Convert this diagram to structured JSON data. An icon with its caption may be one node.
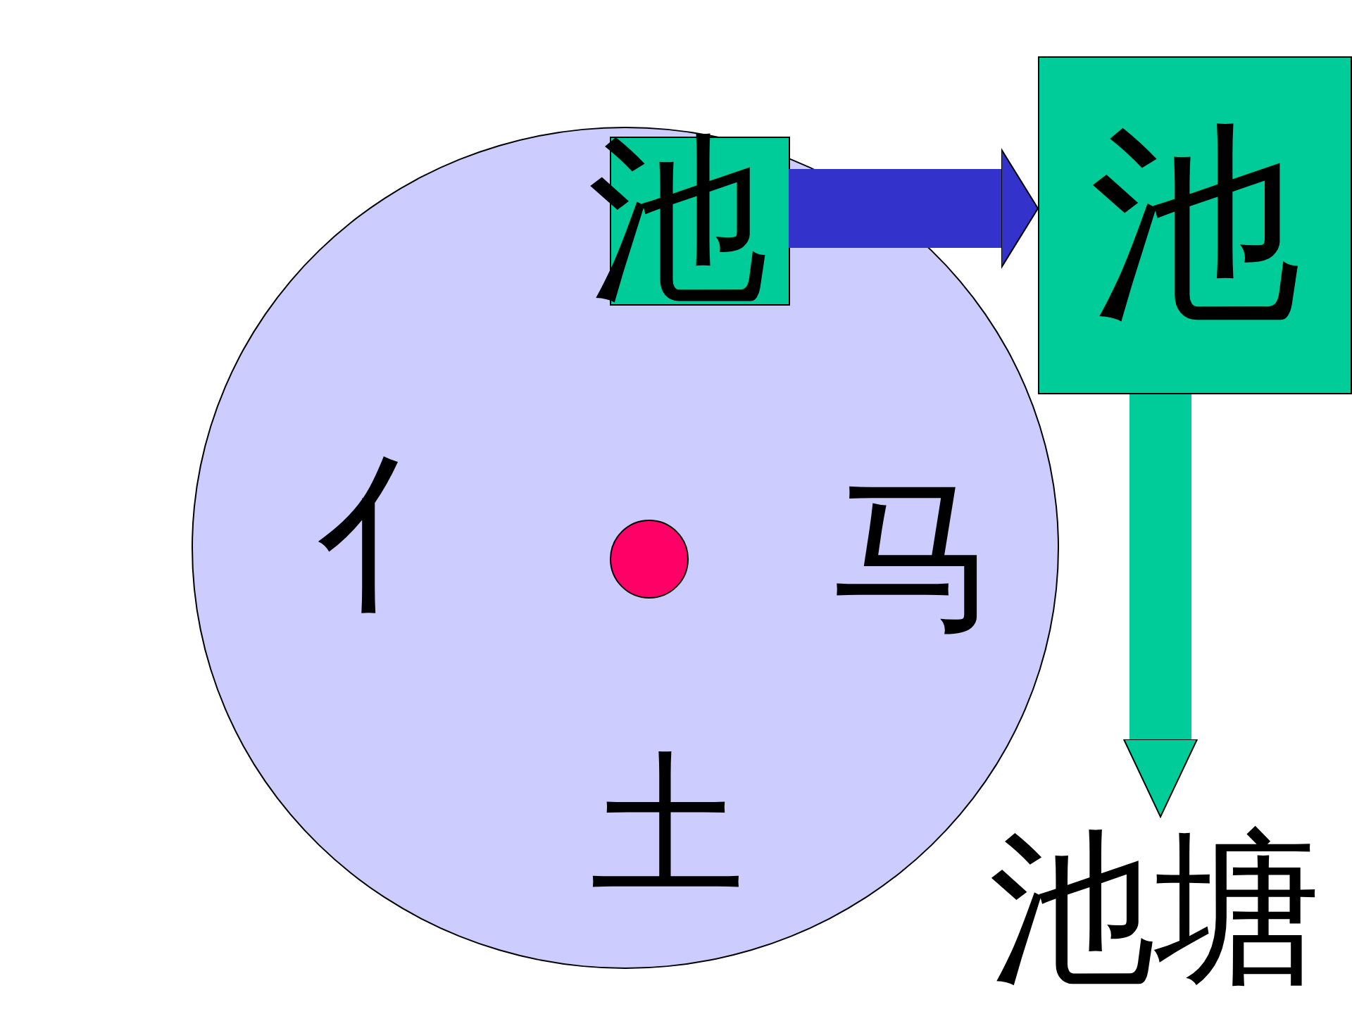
{
  "diagram": {
    "nodes": [
      {
        "text": [],
        "shape": "circle"
      },
      {
        "text": [
          "池"
        ],
        "in": 0
      },
      {
        "text": [],
        "shape": "circle",
        "in": 0
      },
      {
        "text": [
          "池"
        ]
      },
      {
        "text": [
          "池塘"
        ]
      }
    ],
    "edges": [
      {
        "from": 1,
        "to": 3,
        "arrow": "to",
        "color": "#3333cc"
      },
      {
        "from": 3,
        "to": 4,
        "arrow": "to",
        "color": "#00cc99"
      }
    ],
    "labels": [
      "亻",
      "马",
      "土"
    ]
  }
}
